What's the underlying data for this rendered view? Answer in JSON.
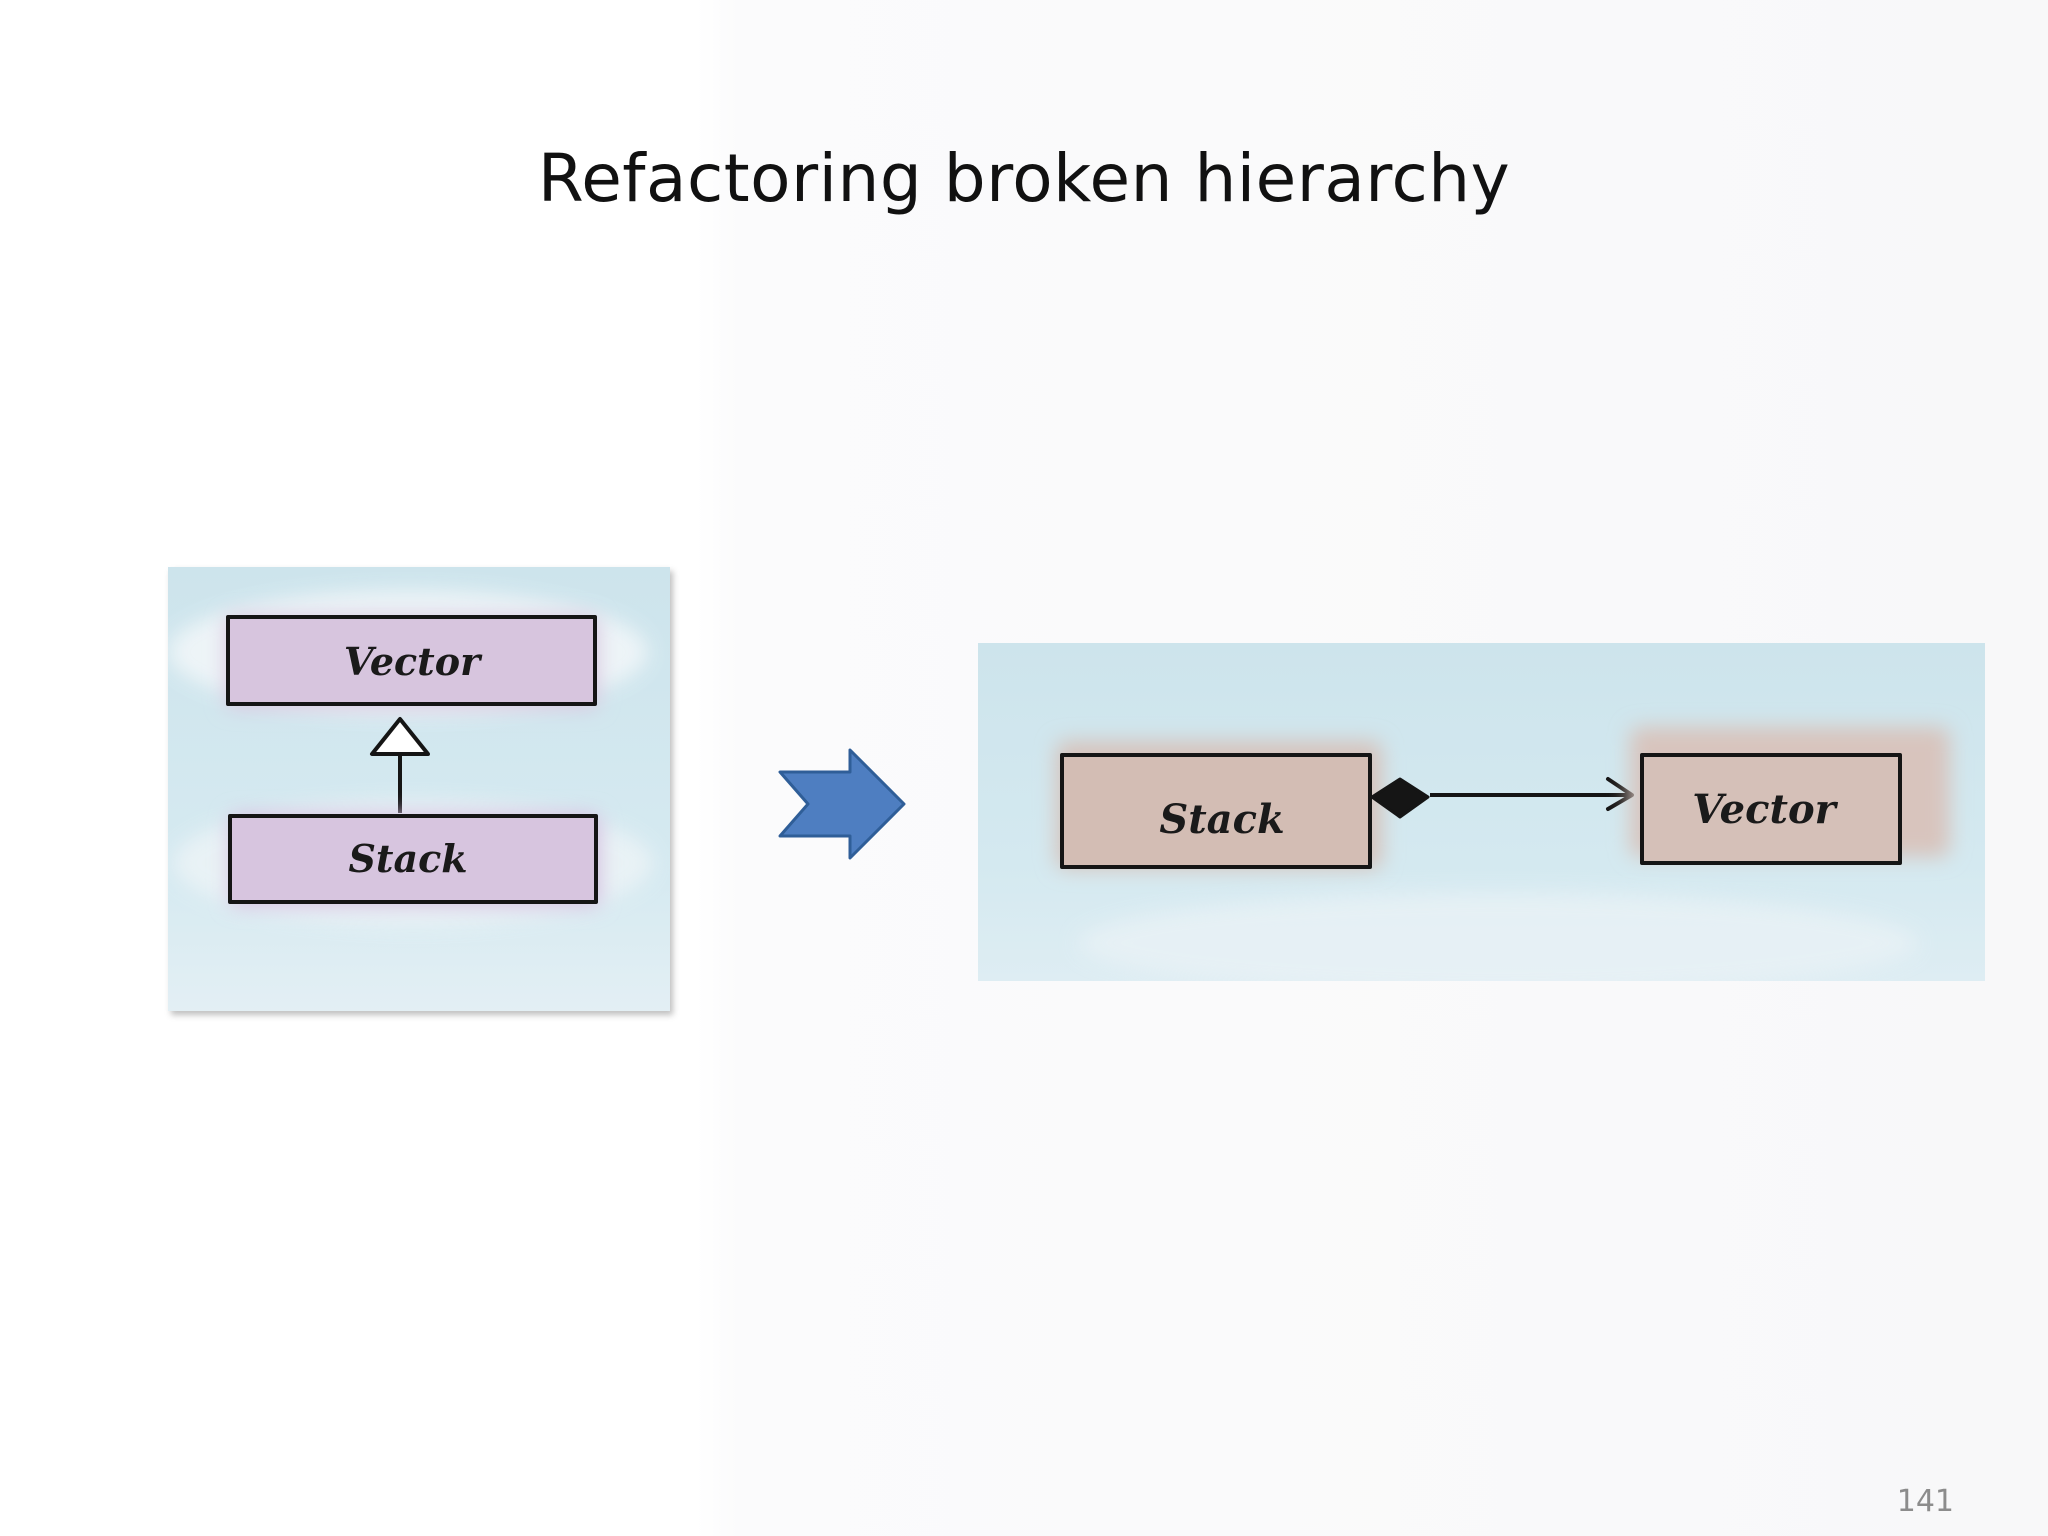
{
  "slide": {
    "title": "Refactoring broken hierarchy",
    "page_number": "141"
  },
  "before_diagram": {
    "relation": "inheritance",
    "parent_class": "Vector",
    "child_class": "Stack",
    "box_color": "#d8c6df",
    "background_color": "#cfe6ee"
  },
  "after_diagram": {
    "relation": "composition",
    "owner_class": "Stack",
    "part_class": "Vector",
    "box_color": "#d6c3bc",
    "background_color": "#cfe6ee"
  },
  "transition_arrow": {
    "icon": "right-arrow-icon",
    "color": "#4e7ec1"
  }
}
